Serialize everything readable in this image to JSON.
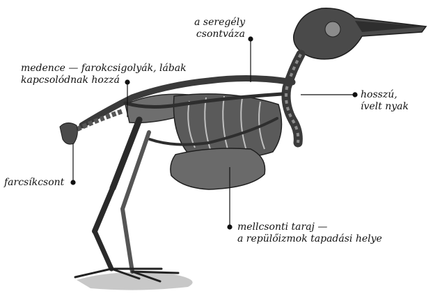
{
  "labels": {
    "skeleton": {
      "line1": "a seregély",
      "line2": "csontváza"
    },
    "pelvis": {
      "line1": "medence — farokcsigolyák, lábak",
      "line2": "kapcsolódnak hozzá"
    },
    "neck": {
      "line1": "hosszú,",
      "line2": "ívelt nyak"
    },
    "pygostyle": {
      "line1": "farcsíkcsont"
    },
    "keel": {
      "line1": "mellcsonti taraj —",
      "line2": "a repülőizmok tapadási helye"
    }
  },
  "colors": {
    "ink": "#111111",
    "bone_dark": "#3a3a3a",
    "bone_mid": "#6e6e6e",
    "bone_light": "#b5b5b5",
    "paper": "#ffffff"
  }
}
